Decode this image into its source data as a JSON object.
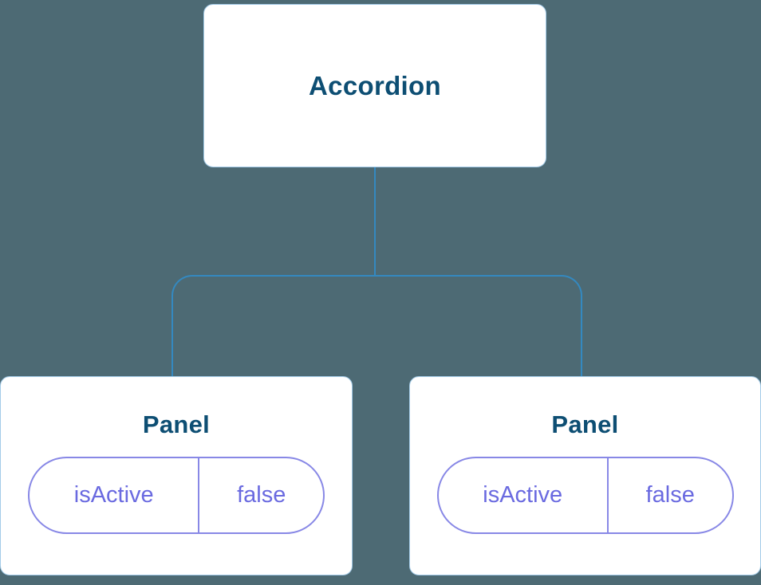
{
  "diagram": {
    "type": "component-tree",
    "root": {
      "label": "Accordion"
    },
    "children": [
      {
        "label": "Panel",
        "state": {
          "key": "isActive",
          "value": "false"
        }
      },
      {
        "label": "Panel",
        "state": {
          "key": "isActive",
          "value": "false"
        }
      }
    ],
    "colors": {
      "background": "#4d6a74",
      "node_background": "#ffffff",
      "node_border": "#a3cbe8",
      "connector": "#3489c0",
      "title_text": "#0d4e73",
      "state_text": "#6a6ae0",
      "state_border": "#8888e6"
    }
  }
}
